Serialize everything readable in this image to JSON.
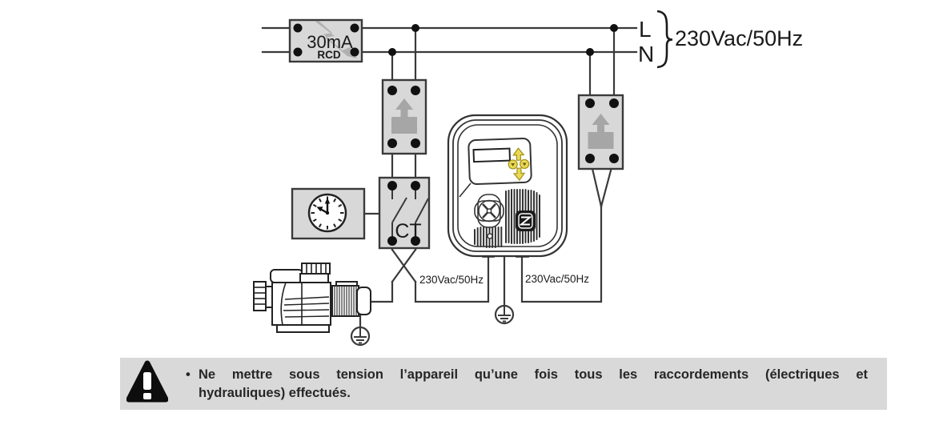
{
  "diagram": {
    "supply": {
      "line_label": "L",
      "neutral_label": "N",
      "voltage": "230Vac/50Hz"
    },
    "rcd": {
      "rating": "30mA",
      "name": "RCD"
    },
    "contactor": {
      "label": "CT"
    },
    "outputs": {
      "pump_side_voltage": "230Vac/50Hz",
      "breaker_side_voltage": "230Vac/50Hz"
    },
    "icons": {
      "rcd_flash": "flash-icon",
      "breaker_switch": "breaker-up-arrow-icon",
      "timer": "clock-icon",
      "controller_fan": "fan-icon",
      "controller_logo": "logo-z-badge",
      "earth": "ground-icon",
      "pump": "pump-motor-drawing"
    }
  },
  "warning": {
    "bullet": "•",
    "line1": "Ne mettre sous tension l’appareil qu’une fois tous les raccordements (électriques et",
    "line2": "hydrauliques) effectués."
  },
  "colors": {
    "wire": "#3a3a3a",
    "box_fill": "#d8d8d8",
    "icon_gray": "#a6a6a6",
    "button_yellow": "#e9d955",
    "warning_bar": "#d9d9d9",
    "text": "#1a1a1a"
  }
}
